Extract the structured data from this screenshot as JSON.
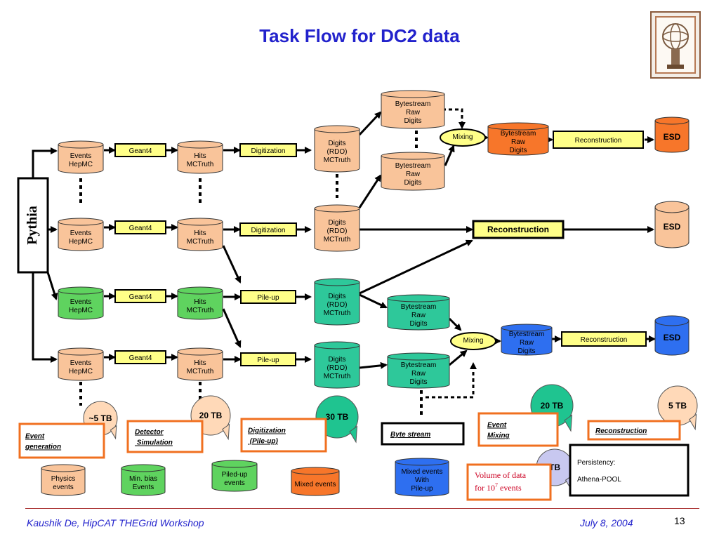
{
  "title": "Task Flow for DC2 data",
  "colors": {
    "title": "#2222cc",
    "peach": "#f9c49a",
    "light_green": "#5fd35f",
    "teal": "#2ec89a",
    "orange": "#f7762a",
    "blue": "#2e6ff0",
    "yellow": "#ffff88",
    "box_border": "#f07020",
    "callout_teal": "#1fc490",
    "callout_peach": "#ffd9b8",
    "callout_lavender": "#c8c8f0",
    "footer": "#2222cc"
  },
  "pythia": "Pythia",
  "events": "Events\nHepMC",
  "hits": "Hits\nMCTruth",
  "digits": "Digits\n(RDO)\nMCTruth",
  "bytestream": "Bytestream\nRaw\nDigits",
  "geant4": "Geant4",
  "digitization": "Digitization",
  "pileup": "Pile-up",
  "mixing": "Mixing",
  "reconstruction": "Reconstruction",
  "esd": "ESD",
  "callouts": {
    "c5tb": "~5 TB",
    "c20tb_a": "20 TB",
    "c30tb": "30 TB",
    "c20tb_b": "20 TB",
    "c5tb_b": "5 TB",
    "ctb": "TB"
  },
  "labels": {
    "event_generation": "Event\ngeneration",
    "detector_simulation": "Detector\n Simulation",
    "digitization_pileup": "Digitization\n (Pile-up)",
    "byte_stream": "Byte stream",
    "event_mixing": "Event\nMixing",
    "reconstruction": "Reconstruction"
  },
  "legend": {
    "physics_events": "Physics\nevents",
    "min_bias": "Min. bias\nEvents",
    "piled_up": "Piled-up\nevents",
    "mixed_events": "Mixed events",
    "mixed_pileup": "Mixed events\nWith\nPile-up"
  },
  "volume_note": {
    "line1": "Volume of data",
    "line2_pre": "for 10",
    "line2_sup": "7",
    "line2_post": " events"
  },
  "persistency": "Persistency:\nAthena-POOL",
  "footer": {
    "left": "Kaushik De, HipCAT THEGrid Workshop",
    "date": "July 8, 2004",
    "page": "13"
  }
}
